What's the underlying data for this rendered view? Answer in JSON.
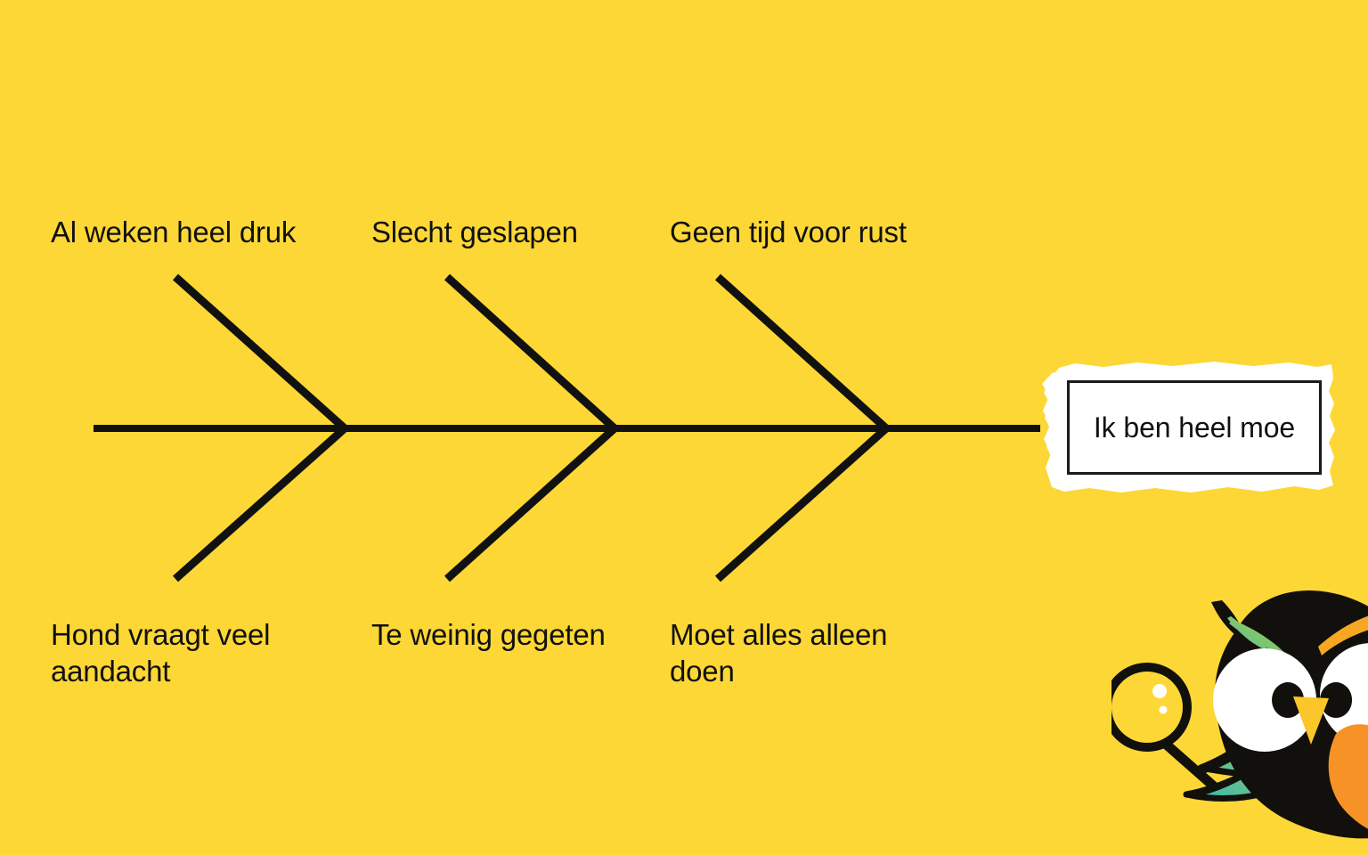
{
  "diagram": {
    "type": "fishbone",
    "language": "nl",
    "background_color": "#fcd736",
    "line_color": "#111111",
    "effect": {
      "label": "Ik ben heel moe",
      "box_border_color": "#1a1a1a",
      "box_fill_color": "#ffffff",
      "paper_color": "#ffffff"
    },
    "causes_top": [
      {
        "label": "Al weken heel druk"
      },
      {
        "label": "Slecht geslapen"
      },
      {
        "label": "Geen tijd voor rust"
      }
    ],
    "causes_bottom": [
      {
        "label": "Hond vraagt veel\naandacht"
      },
      {
        "label": "Te weinig gegeten"
      },
      {
        "label": "Moet alles alleen\ndoen"
      }
    ]
  },
  "mascot": {
    "name": "owl-with-magnifying-glass",
    "body_color": "#12100c",
    "eye_color": "#ffffff",
    "pupil_color": "#12100c",
    "beak_color": "#fcc62b",
    "belly_color": "#f79227",
    "wing_color_start": "#8ec63f",
    "wing_color_end": "#2fb8b0",
    "brow_color": "#f7a823",
    "lens_color": "#fcd736"
  }
}
